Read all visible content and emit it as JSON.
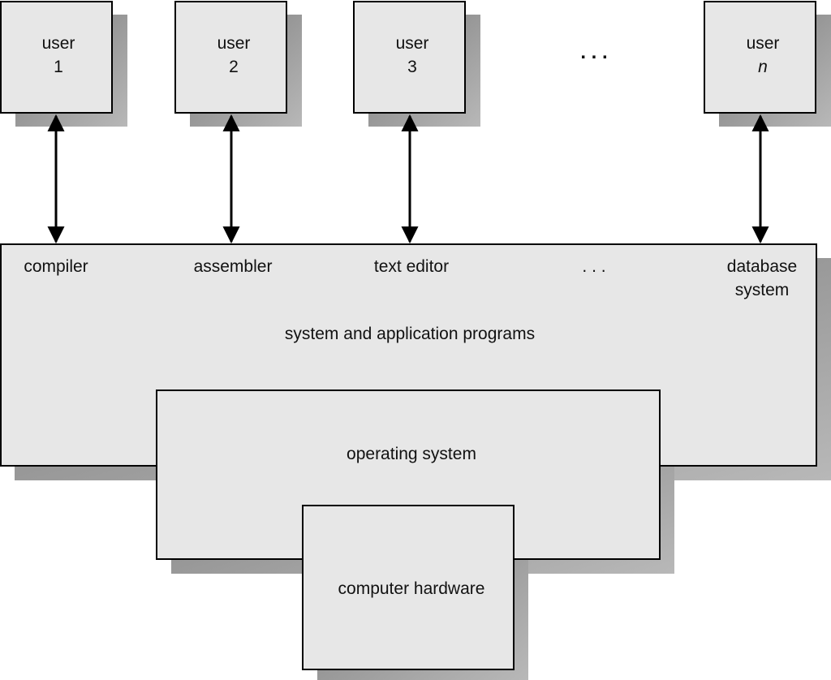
{
  "colors": {
    "box_fill": "#e7e7e7",
    "box_stroke": "#000000",
    "shadow": "#8f8f8f",
    "text": "#111111",
    "arrow": "#000000"
  },
  "users": [
    {
      "label_top": "user",
      "label_bottom": "1"
    },
    {
      "label_top": "user",
      "label_bottom": "2"
    },
    {
      "label_top": "user",
      "label_bottom": "3"
    },
    {
      "label_top": "user",
      "label_bottom": "n"
    }
  ],
  "users_ellipsis": ". . .",
  "programs": {
    "items": [
      {
        "label": "compiler"
      },
      {
        "label": "assembler"
      },
      {
        "label": "text editor"
      },
      {
        "label": "database system",
        "lines": [
          "database",
          "system"
        ]
      }
    ],
    "ellipsis": ". . .",
    "title": "system and application programs"
  },
  "os": {
    "title": "operating system"
  },
  "hardware": {
    "title": "computer hardware"
  },
  "icons": {
    "arrow": "double-headed-arrow-icon"
  }
}
